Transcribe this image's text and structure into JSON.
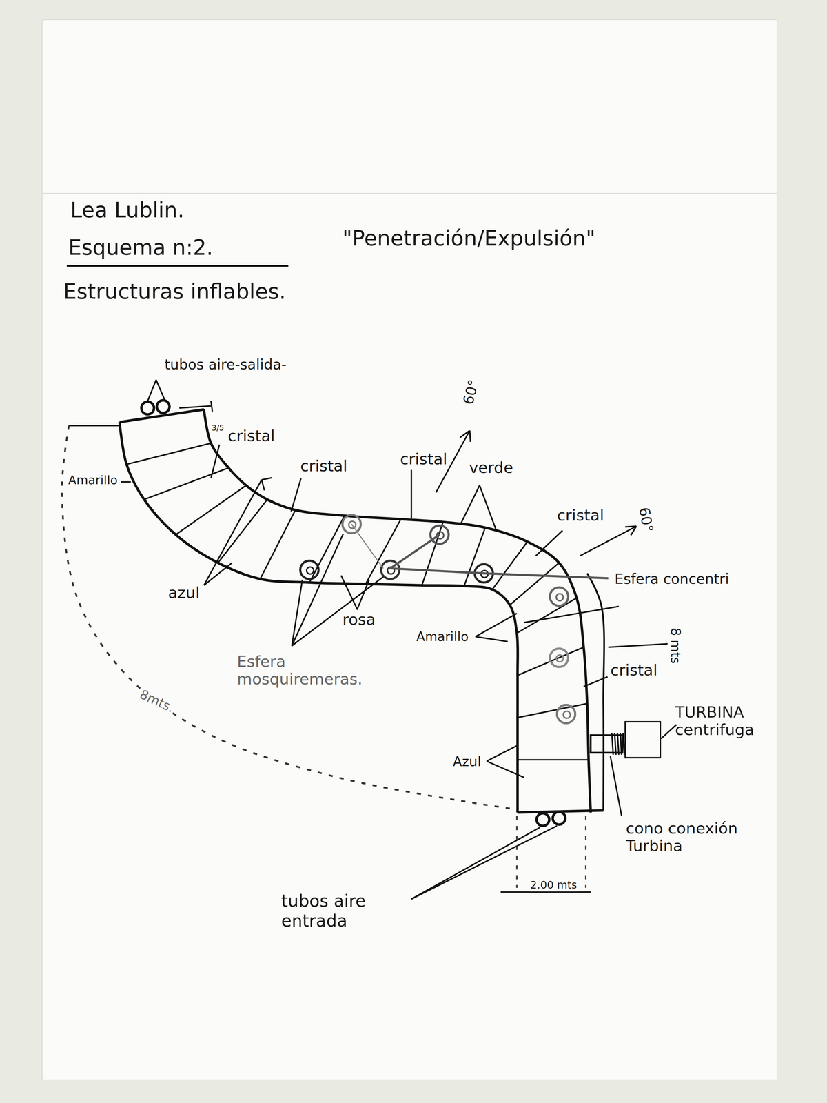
{
  "diagram": {
    "nodes": [
      {
        "text": [
          "TURBINA centrifuga"
        ]
      }
    ],
    "labels": [
      "Lea Lublin.",
      "Esquema n:2.",
      "\"Penetración/Expulsión\"",
      "Estructuras inflables.",
      "tubos aire-salida-",
      "3/5",
      "cristal",
      "Amarillo",
      "cristal",
      "cristal",
      "60°",
      "verde",
      "cristal",
      "60°",
      "azul",
      "Esfera concentri",
      "rosa",
      "Amarillo",
      "8 mts",
      "Esfera mosquiremeras.",
      "cristal",
      "8mts.",
      "Azul",
      "cono conexión Turbina",
      "2.00 mts",
      "tubos aire entrada"
    ]
  }
}
